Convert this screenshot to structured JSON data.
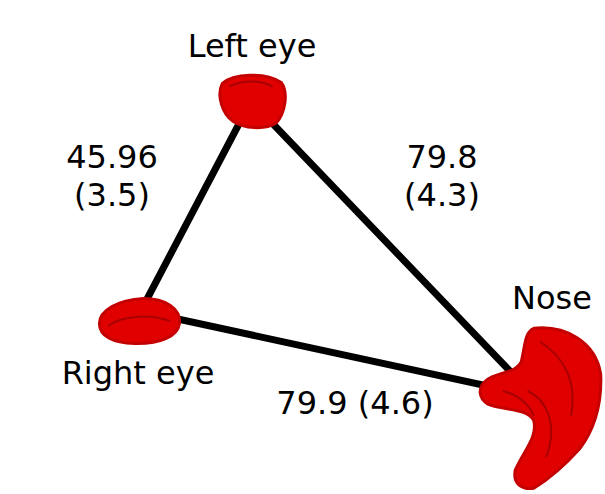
{
  "diagram": {
    "nodes": [
      {
        "text": [
          "Left eye"
        ]
      },
      {
        "text": [
          "Right eye"
        ]
      },
      {
        "text": [
          "Nose"
        ]
      }
    ],
    "edges": [
      {
        "from": 0,
        "to": 1,
        "arrow": "none",
        "label": "45.96 (3.5)"
      },
      {
        "from": 0,
        "to": 2,
        "arrow": "none",
        "label": "79.8 (4.3)"
      },
      {
        "from": 1,
        "to": 2,
        "arrow": "none",
        "label": "79.9 (4.6)"
      }
    ]
  }
}
